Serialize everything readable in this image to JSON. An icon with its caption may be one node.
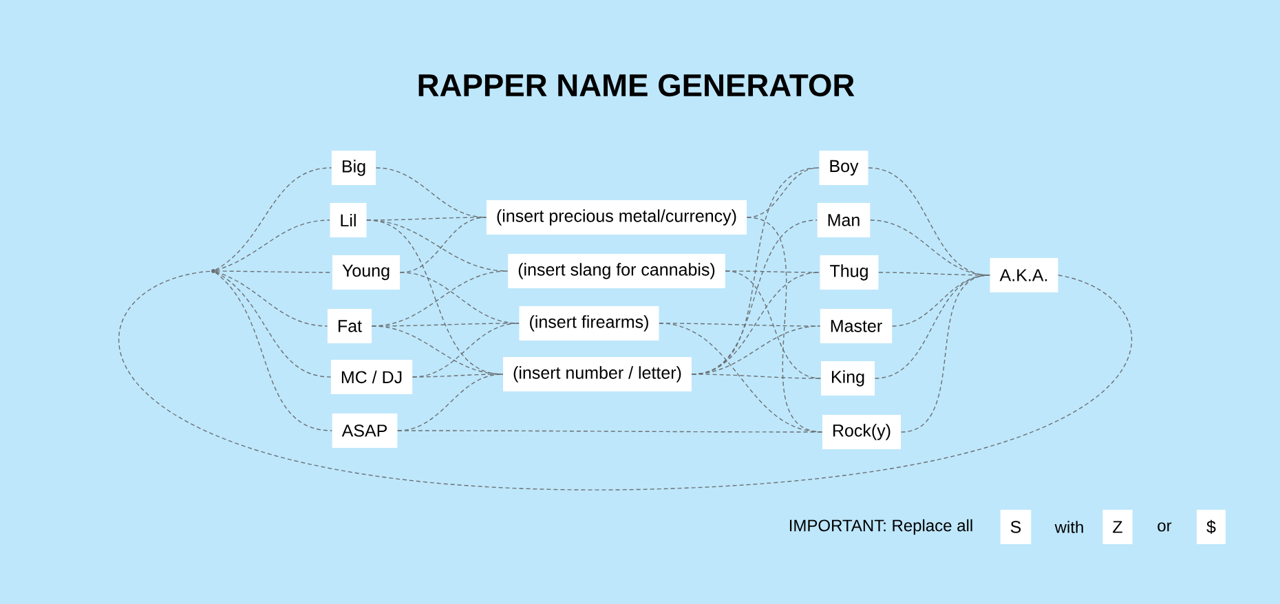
{
  "diagram": {
    "title": "RAPPER NAME GENERATOR",
    "nodes": [
      {
        "text": [],
        "shape": "circle"
      },
      {
        "text": [
          "Big"
        ]
      },
      {
        "text": [
          "Lil"
        ]
      },
      {
        "text": [
          "Young"
        ]
      },
      {
        "text": [
          "Fat"
        ]
      },
      {
        "text": [
          "MC / DJ"
        ]
      },
      {
        "text": [
          "ASAP"
        ]
      },
      {
        "text": [
          "(insert precious metal/currency)"
        ]
      },
      {
        "text": [
          "(insert slang for cannabis)"
        ]
      },
      {
        "text": [
          "(insert firearms)"
        ]
      },
      {
        "text": [
          "(insert number / letter)"
        ]
      },
      {
        "text": [
          "Boy"
        ]
      },
      {
        "text": [
          "Man"
        ]
      },
      {
        "text": [
          "Thug"
        ]
      },
      {
        "text": [
          "Master"
        ]
      },
      {
        "text": [
          "King"
        ]
      },
      {
        "text": [
          "Rock(y)"
        ]
      },
      {
        "text": [
          "A.K.A."
        ]
      },
      {
        "text": [
          "S"
        ]
      },
      {
        "text": [
          "Z"
        ]
      },
      {
        "text": [
          "$"
        ]
      }
    ],
    "edges": [
      {
        "from": 0,
        "to": 1,
        "arrow": "none"
      },
      {
        "from": 0,
        "to": 2,
        "arrow": "none"
      },
      {
        "from": 0,
        "to": 3,
        "arrow": "none"
      },
      {
        "from": 0,
        "to": 4,
        "arrow": "none"
      },
      {
        "from": 0,
        "to": 5,
        "arrow": "none"
      },
      {
        "from": 0,
        "to": 6,
        "arrow": "none"
      },
      {
        "from": 1,
        "to": 7,
        "arrow": "none"
      },
      {
        "from": 2,
        "to": 7,
        "arrow": "none"
      },
      {
        "from": 2,
        "to": 8,
        "arrow": "none"
      },
      {
        "from": 2,
        "to": 10,
        "arrow": "none"
      },
      {
        "from": 3,
        "to": 7,
        "arrow": "none"
      },
      {
        "from": 3,
        "to": 9,
        "arrow": "none"
      },
      {
        "from": 4,
        "to": 8,
        "arrow": "none"
      },
      {
        "from": 4,
        "to": 9,
        "arrow": "none"
      },
      {
        "from": 4,
        "to": 10,
        "arrow": "none"
      },
      {
        "from": 5,
        "to": 9,
        "arrow": "none"
      },
      {
        "from": 5,
        "to": 10,
        "arrow": "none"
      },
      {
        "from": 6,
        "to": 10,
        "arrow": "none"
      },
      {
        "from": 6,
        "to": 16,
        "arrow": "none"
      },
      {
        "from": 7,
        "to": 11,
        "arrow": "none"
      },
      {
        "from": 7,
        "to": 16,
        "arrow": "none"
      },
      {
        "from": 8,
        "to": 13,
        "arrow": "none"
      },
      {
        "from": 8,
        "to": 15,
        "arrow": "none"
      },
      {
        "from": 9,
        "to": 14,
        "arrow": "none"
      },
      {
        "from": 9,
        "to": 16,
        "arrow": "none"
      },
      {
        "from": 10,
        "to": 11,
        "arrow": "none"
      },
      {
        "from": 10,
        "to": 12,
        "arrow": "none"
      },
      {
        "from": 10,
        "to": 13,
        "arrow": "none"
      },
      {
        "from": 10,
        "to": 14,
        "arrow": "none"
      },
      {
        "from": 10,
        "to": 15,
        "arrow": "none"
      },
      {
        "from": 11,
        "to": 17,
        "arrow": "none"
      },
      {
        "from": 12,
        "to": 17,
        "arrow": "none"
      },
      {
        "from": 13,
        "to": 17,
        "arrow": "none"
      },
      {
        "from": 14,
        "to": 17,
        "arrow": "none"
      },
      {
        "from": 15,
        "to": 17,
        "arrow": "none"
      },
      {
        "from": 16,
        "to": 17,
        "arrow": "none"
      },
      {
        "from": 17,
        "to": 0,
        "arrow": "none"
      }
    ],
    "labels": [
      "IMPORTANT: Replace all",
      "with",
      "or"
    ]
  }
}
